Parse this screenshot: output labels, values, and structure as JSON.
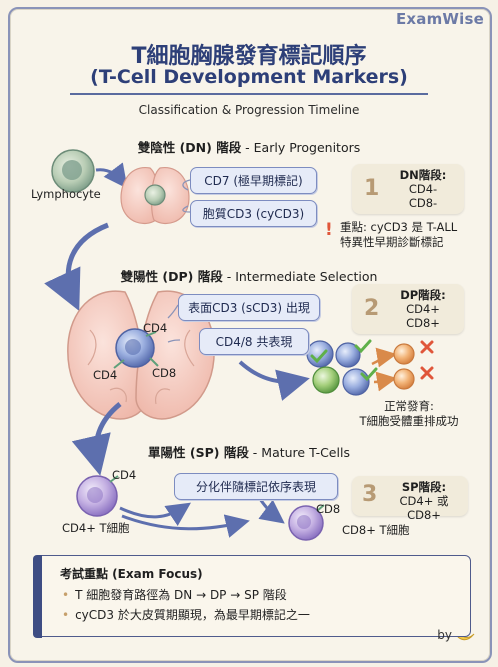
{
  "brand": "ExamWise",
  "title_zh": "T細胞胸腺發育標記順序",
  "title_en": "(T-Cell Development Markers)",
  "subtitle": "Classification & Progression Timeline",
  "stages": {
    "dn": {
      "heading_bold": "雙陰性 (DN) 階段",
      "heading_rest": " - Early Progenitors",
      "cell_label": "Lymphocyte",
      "markers": [
        "CD7 (極早期標記)",
        "胞質CD3 (cyCD3)"
      ],
      "card_number": "1",
      "card_title": "DN階段:",
      "card_lines": [
        "CD4-",
        "CD8-"
      ],
      "alert_icon": "!",
      "alert_lines": [
        "重點: cyCD3 是 T-ALL",
        "特異性早期診斷標記"
      ]
    },
    "dp": {
      "heading_bold": "雙陽性 (DP) 階段",
      "heading_rest": " - Intermediate Selection",
      "markers": [
        "表面CD3 (sCD3) 出現",
        "CD4/8 共表現"
      ],
      "cell_labels": [
        "CD4",
        "CD4",
        "CD8"
      ],
      "card_number": "2",
      "card_title": "DP階段:",
      "card_lines": [
        "CD4+",
        "CD8+"
      ],
      "selection_caption": [
        "正常發育:",
        "T細胞受體重排成功"
      ]
    },
    "sp": {
      "heading_bold": "單陽性 (SP) 階段",
      "heading_rest": " - Mature T-Cells",
      "marker": "分化伴隨標記依序表現",
      "cd4_label": "CD4",
      "cd4_caption": "CD4+ T細胞",
      "cd8_label": "CD8",
      "cd8_caption": "CD8+ T細胞",
      "card_number": "3",
      "card_title": "SP階段:",
      "card_line": "CD4+ 或 CD8+"
    }
  },
  "exam_focus": {
    "title": "考試重點 (Exam Focus)",
    "items": [
      "T 細胞發育路徑為 DN → DP → SP 階段",
      "cyCD3 於大皮質期顯現，為最早期標記之一"
    ]
  },
  "footer": {
    "by": "by"
  },
  "colors": {
    "accent": "#2d3f78",
    "pill_fill": "#e6ebf8",
    "card_fill": "#f1ebdb",
    "alert": "#e0563a",
    "check": "#5fb04a",
    "cross": "#e0563a"
  }
}
